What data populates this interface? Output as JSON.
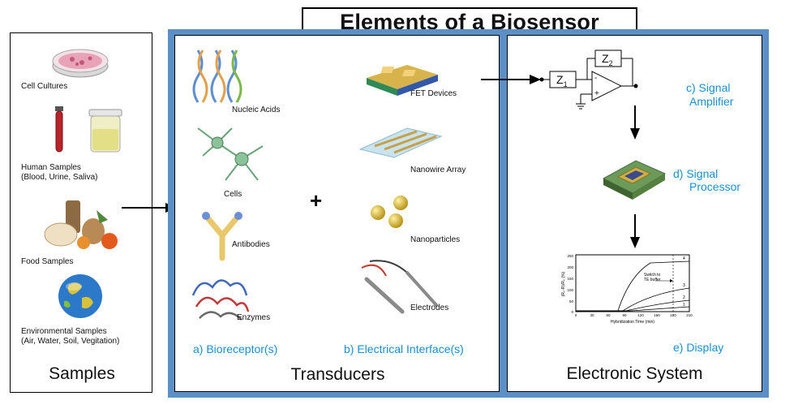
{
  "title": "Elements of a Biosensor",
  "samples": {
    "heading": "Samples",
    "items": [
      {
        "label": "Cell Cultures",
        "sub": ""
      },
      {
        "label": "Human Samples",
        "sub": "(Blood, Urine, Saliva)"
      },
      {
        "label": "Food Samples",
        "sub": ""
      },
      {
        "label": "Environmental Samples",
        "sub": "(Air, Water, Soil, Vegitation)"
      }
    ]
  },
  "transducers": {
    "heading": "Transducers",
    "plus": "+",
    "bioreceptors": [
      "Nucleic Acids",
      "Cells",
      "Antibodies",
      "Enzymes"
    ],
    "interfaces": [
      "FET Devices",
      "Nanowire Array",
      "Nanoparticles",
      "Electrodes"
    ],
    "label_a": "a) Bioreceptor(s)",
    "label_b": "b) Electrical Interface(s)"
  },
  "electronic": {
    "heading": "Electronic System",
    "amplifier": {
      "line1": "c) Signal",
      "line2": "Amplifier",
      "z1": "Z",
      "z1_sub": "1",
      "z2": "Z",
      "z2_sub": "2",
      "minus": "-",
      "plus": "+"
    },
    "processor": {
      "line1": "d) Signal",
      "line2": "Processor"
    },
    "display": {
      "label": "e) Display",
      "annotation_line1": "Switch to",
      "annotation_line2": "TE buffer",
      "ylabel": "(R₀-R)/R₀ (%)",
      "xlabel": "Hybridization Time (min)",
      "y_ticks": [
        "250",
        "200",
        "150",
        "100",
        "50",
        "0"
      ],
      "x_ticks": [
        "0",
        "30",
        "60",
        "90",
        "120",
        "150",
        "180",
        "210"
      ],
      "curve_labels": [
        "4",
        "3",
        "2",
        "1"
      ]
    }
  },
  "colors": {
    "accent": "#1a8fcf",
    "frame": "#5b8fc6"
  }
}
